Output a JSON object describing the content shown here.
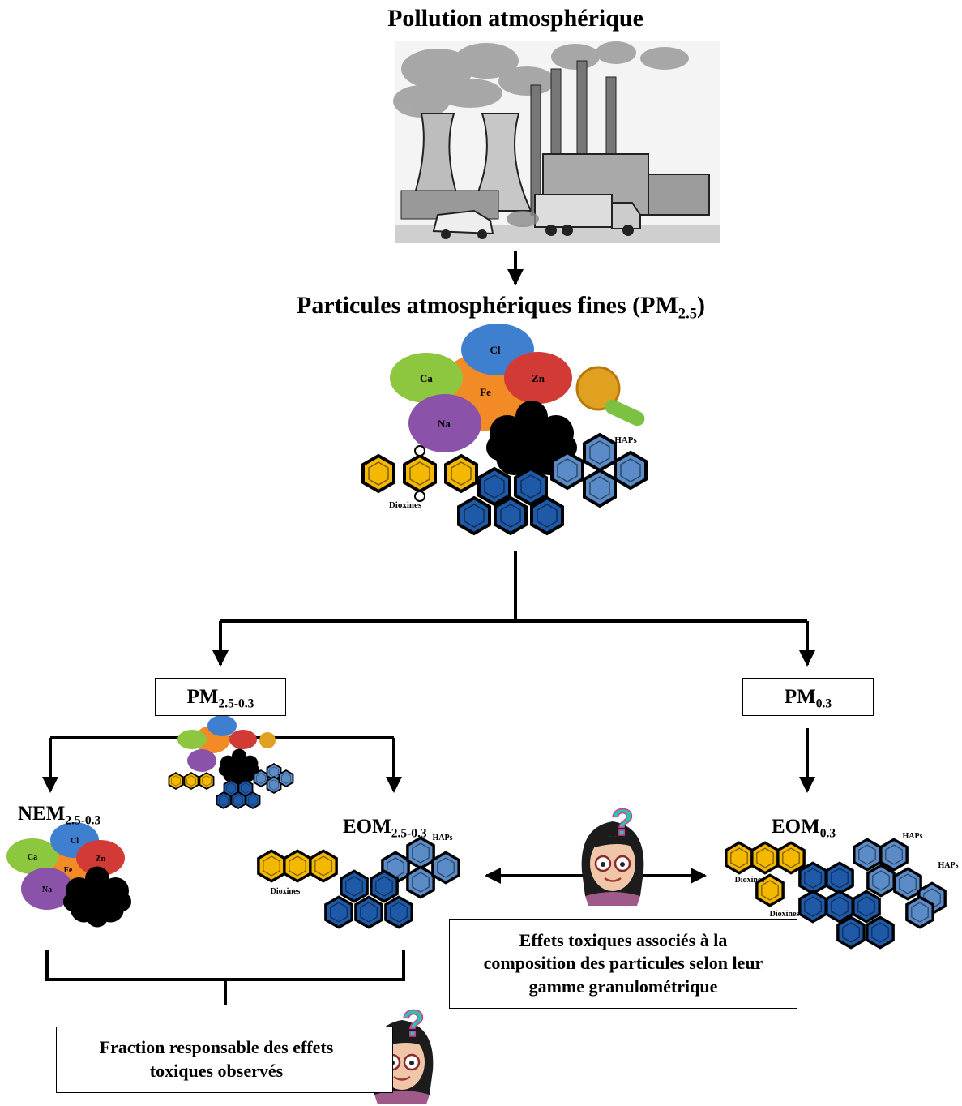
{
  "title": "Pollution atmosphérique",
  "pm25_label": {
    "main": "Particules atmosphériques fines (PM",
    "sub": "2.5",
    "close": ")"
  },
  "components": {
    "elements": [
      "Cl",
      "Ca",
      "Fe",
      "Zn",
      "Na"
    ],
    "hap": "HAPs",
    "dioxin": "Dioxines"
  },
  "colors": {
    "Cl": "#3f7fcf",
    "Ca": "#8dc63f",
    "Fe": "#f28a25",
    "Zn": "#d23a36",
    "Na": "#8a52a8",
    "hap_light": "#5b8cc8",
    "hap_dark": "#1f5aa8",
    "dioxin": "#f5b800"
  },
  "boxes": {
    "pm_coarse": {
      "main": "PM",
      "sub": "2.5-0.3"
    },
    "pm_ultra": {
      "main": "PM",
      "sub": "0.3"
    },
    "toxic_effects": "Effets toxiques associés à la composition des particules selon leur gamme granulométrique",
    "responsible_fraction": "Fraction responsable des effets toxiques observés"
  },
  "fractions": {
    "nem": {
      "main": "NEM",
      "sub": "2.5-0.3"
    },
    "eom": {
      "main": "EOM",
      "sub": "2.5-0.3"
    },
    "eom_ultra": {
      "main": "EOM",
      "sub": "0.3"
    }
  },
  "question_mark": "?"
}
